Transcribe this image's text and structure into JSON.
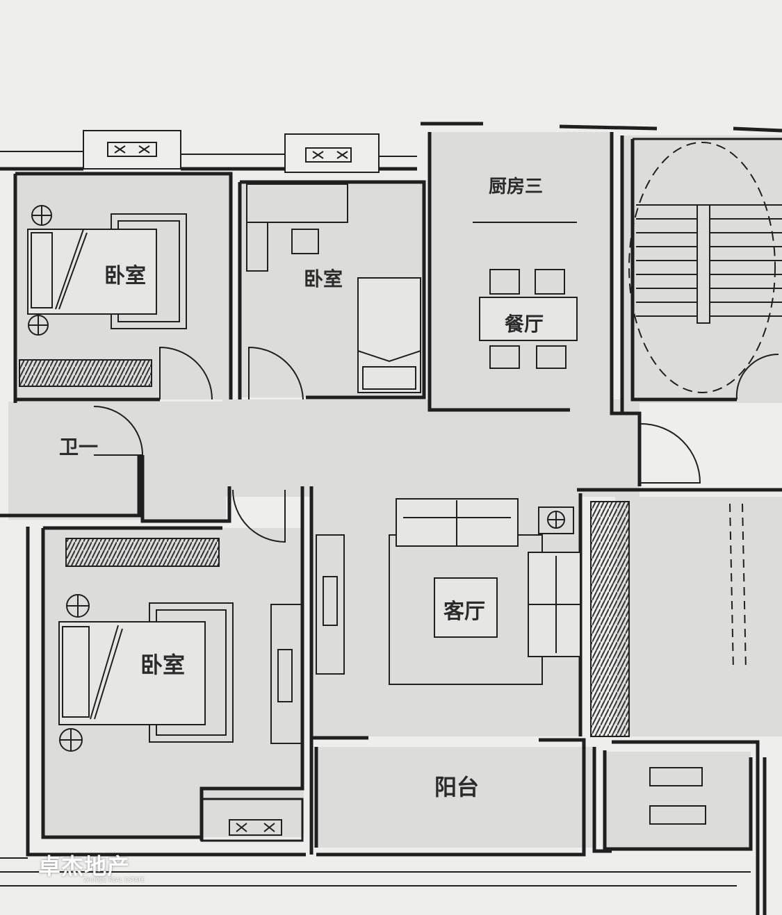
{
  "rooms": {
    "bedroom_top_left": "卧室",
    "bedroom_top_middle": "卧室",
    "bedroom_bottom_left": "卧室",
    "kitchen": "厨房三",
    "dining": "餐厅",
    "bathroom": "卫一",
    "living": "客厅",
    "balcony": "阳台"
  },
  "watermark": {
    "brand": "卓杰地产",
    "sub": "ZHUOJIE REAL ESTATE"
  },
  "colors": {
    "background": "#eeeeec",
    "room_fill": "#dcdcda",
    "wall": "#1f1f1f"
  }
}
